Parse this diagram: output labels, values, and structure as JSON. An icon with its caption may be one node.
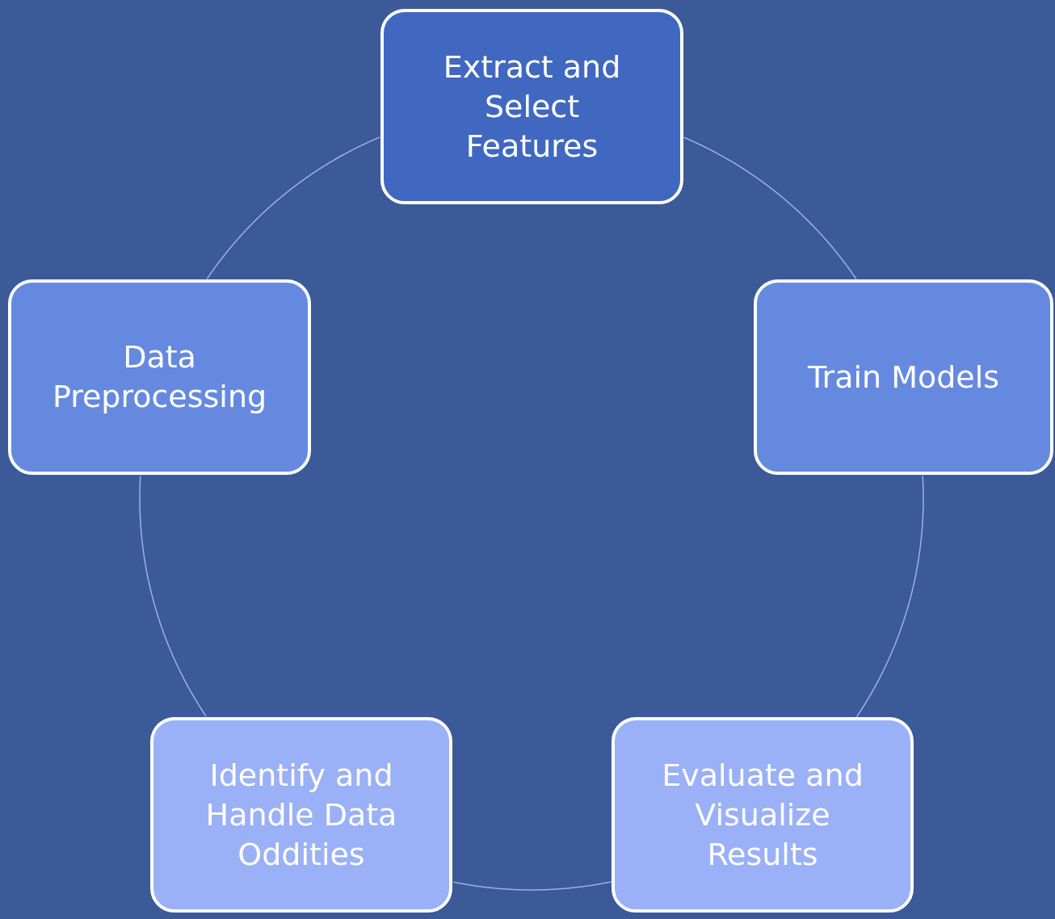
{
  "diagram": {
    "nodes": [
      {
        "text": [
          "Extract and Select Features"
        ]
      },
      {
        "text": [
          "Train Models"
        ]
      },
      {
        "text": [
          "Evaluate and Visualize Results"
        ]
      },
      {
        "text": [
          "Identify and Handle Data Oddities"
        ]
      },
      {
        "text": [
          "Data Preprocessing"
        ]
      }
    ],
    "edges": [
      {
        "from": 0,
        "to": 1,
        "arrow": "none"
      },
      {
        "from": 1,
        "to": 2,
        "arrow": "none"
      },
      {
        "from": 2,
        "to": 3,
        "arrow": "none"
      },
      {
        "from": 3,
        "to": 4,
        "arrow": "none"
      },
      {
        "from": 4,
        "to": 0,
        "arrow": "none"
      }
    ]
  }
}
